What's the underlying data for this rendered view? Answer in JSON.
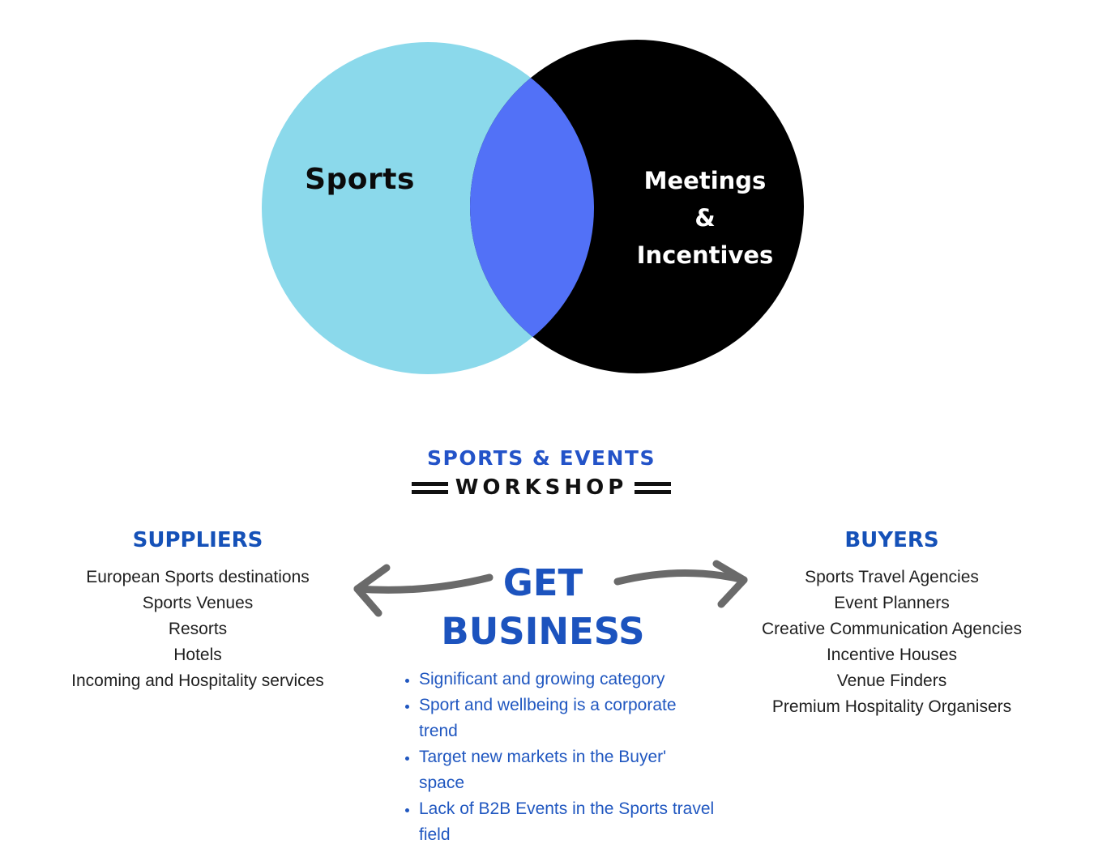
{
  "colors": {
    "light_circle": "#8bd9eb",
    "dark_circle": "#000000",
    "overlap": "#5271f7",
    "heading_blue": "#1c53be",
    "bullet_blue": "#2057c0",
    "logo_blue": "#2353c8",
    "body_text": "#1f1f1f",
    "arrow_gray": "#6a6a6a",
    "workshop_black": "#111111"
  },
  "venn": {
    "left_label": "Sports",
    "right_label_lines": {
      "0": "Meetings",
      "1": "&",
      "2": "Incentives"
    }
  },
  "logo": {
    "top_line": "SPORTS & EVENTS",
    "bottom_line": "WORKSHOP"
  },
  "suppliers": {
    "heading": "SUPPLIERS",
    "items": [
      "European Sports destinations",
      "Sports Venues",
      "Resorts",
      "Hotels",
      "Incoming and Hospitality services"
    ]
  },
  "buyers": {
    "heading": "BUYERS",
    "items": [
      "Sports Travel Agencies",
      "Event Planners",
      "Creative Communication Agencies",
      "Incentive Houses",
      "Venue Finders",
      "Premium Hospitality Organisers"
    ]
  },
  "center": {
    "title_line1": "GET",
    "title_line2": "BUSINESS",
    "bullets": [
      "Significant and growing category",
      "Sport and wellbeing is a corporate trend",
      "Target new markets in the Buyer' space",
      "Lack of B2B Events in the Sports travel field"
    ]
  }
}
